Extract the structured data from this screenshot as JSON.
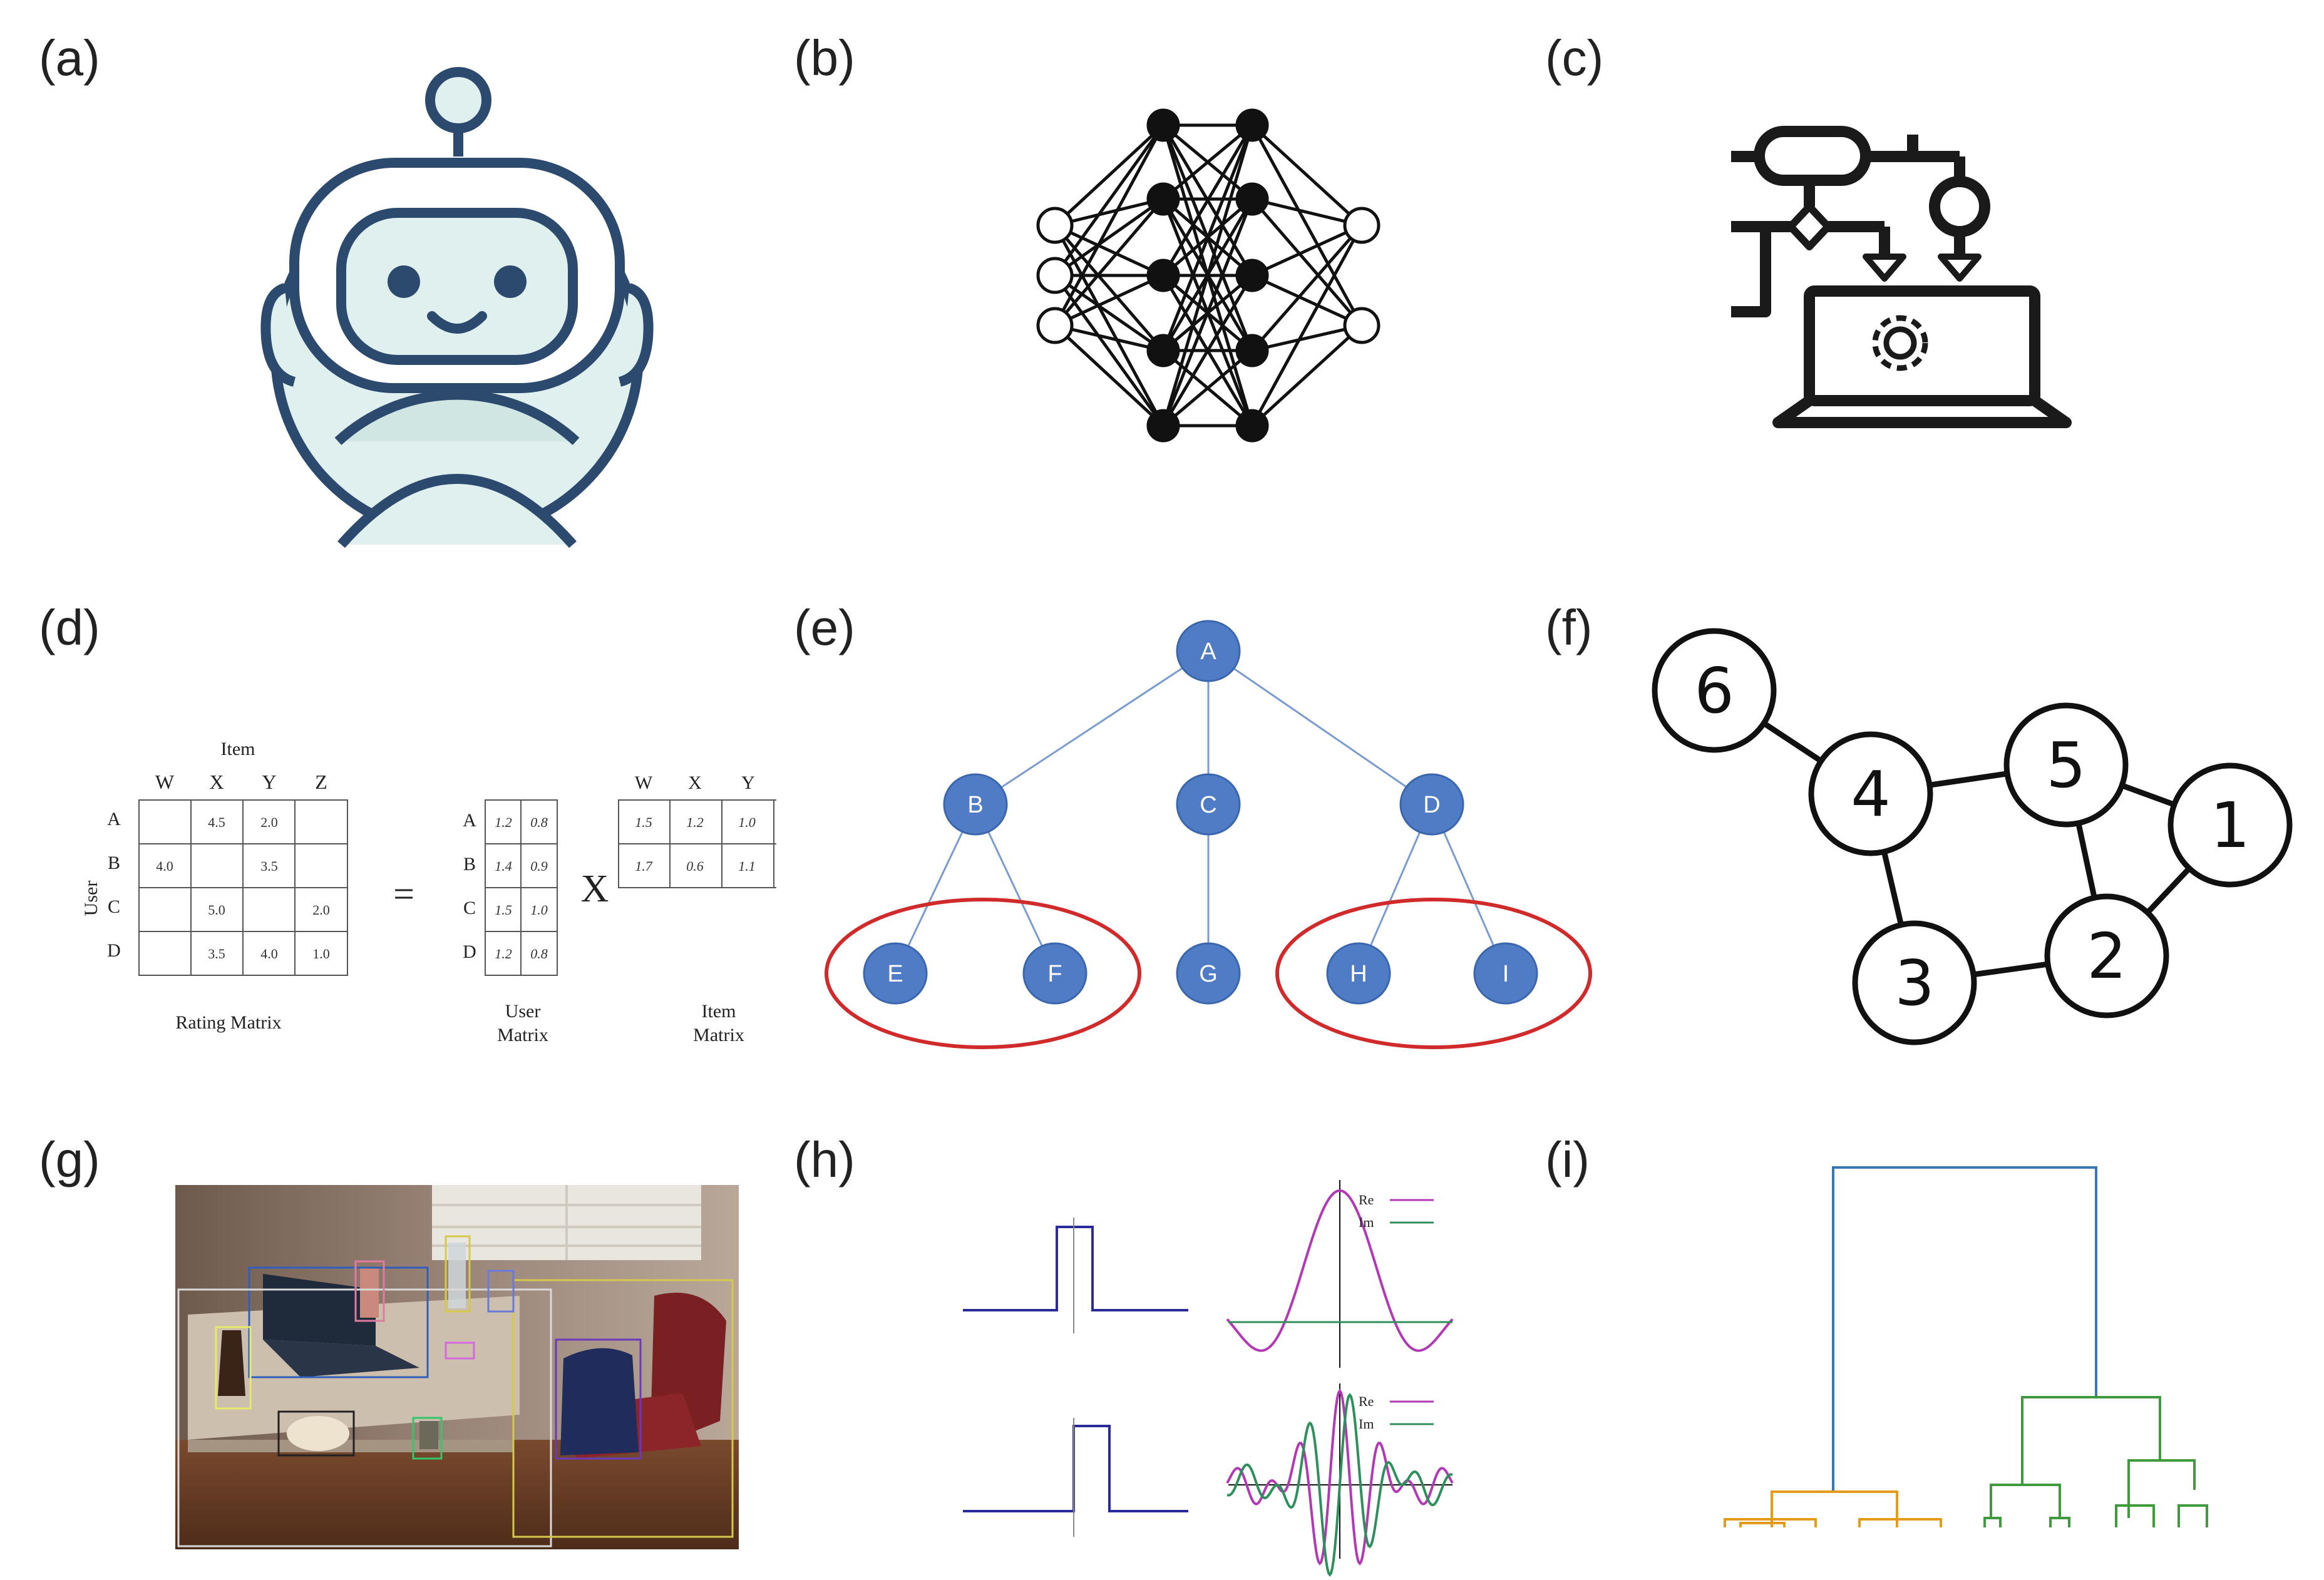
{
  "panels": [
    {
      "label": "(a)"
    },
    {
      "label": "(b)"
    },
    {
      "label": "(c)"
    },
    {
      "label": "(d)"
    },
    {
      "label": "(e)"
    },
    {
      "label": "(f)"
    },
    {
      "label": "(g)"
    },
    {
      "label": "(h)"
    },
    {
      "label": "(i)"
    }
  ],
  "colors": {
    "robot_stroke": "#2c4a6e",
    "robot_fill": "#dff0ee",
    "tree_node": "#4f7cc4",
    "tree_edge": "#7a9bd0",
    "tree_ellipse": "#d02a2a",
    "purple": "#b338b6",
    "green": "#2f8f5b",
    "blue_line": "#2a2a9a",
    "dendro_blue": "#3a76af",
    "dendro_orange": "#e49a1a",
    "dendro_green": "#3e9a3a"
  },
  "matrix": {
    "item_label": "Item",
    "user_label": "User",
    "cols": [
      "W",
      "X",
      "Y",
      "Z"
    ],
    "rows": [
      "A",
      "B",
      "C",
      "D"
    ],
    "cells": [
      [
        "",
        "4.5",
        "2.0",
        ""
      ],
      [
        "4.0",
        "",
        "3.5",
        ""
      ],
      [
        "",
        "5.0",
        "",
        "2.0"
      ],
      [
        "",
        "3.5",
        "4.0",
        "1.0"
      ]
    ],
    "equals": "=",
    "times": "X",
    "user_matrix": [
      [
        "1.2",
        "0.8"
      ],
      [
        "1.4",
        "0.9"
      ],
      [
        "1.5",
        "1.0"
      ],
      [
        "1.2",
        "0.8"
      ]
    ],
    "item_cols": [
      "W",
      "X",
      "Y"
    ],
    "item_matrix": [
      [
        "1.5",
        "1.2",
        "1.0"
      ],
      [
        "1.7",
        "0.6",
        "1.1"
      ]
    ],
    "rating_caption": "Rating Matrix",
    "user_caption_1": "User",
    "user_caption_2": "Matrix",
    "item_caption_1": "Item",
    "item_caption_2": "Matrix"
  },
  "tree": {
    "nodes": [
      "A",
      "B",
      "C",
      "D",
      "E",
      "F",
      "G",
      "H",
      "I"
    ]
  },
  "graph": {
    "nodes": [
      "6",
      "4",
      "5",
      "1",
      "2",
      "3"
    ]
  },
  "signals": {
    "re_label": "Re",
    "im_label": "Im"
  }
}
